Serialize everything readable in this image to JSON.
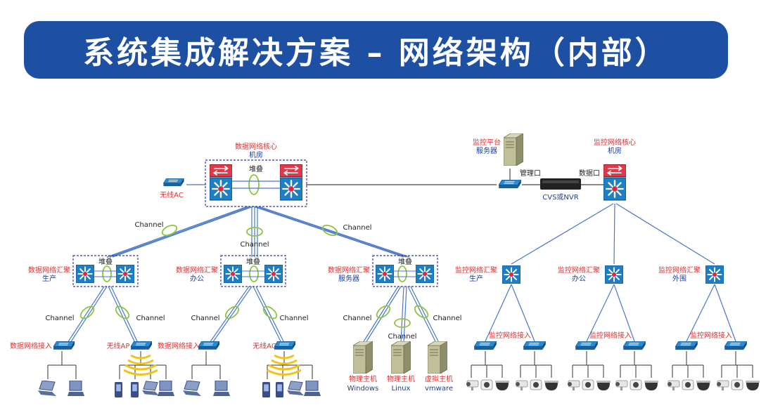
{
  "title": "系统集成解决方案 – 网络架构（内部）",
  "labels": {
    "core_title": "数据网络核心",
    "core_room": "机房",
    "stack": "堆叠",
    "wireless_ac": "无线AC",
    "monitor_platform": "监控平台",
    "server": "服务器",
    "mgmt_port": "管理口",
    "data_port": "数据口",
    "cvs_nvr": "CVS或NVR",
    "monitor_core": "监控网络核心",
    "channel": "Channel",
    "data_agg": "数据网络汇聚",
    "production": "生产",
    "office": "办公",
    "servers": "服务器",
    "monitor_agg": "监控网络汇聚",
    "perimeter": "外围",
    "data_access": "数据网络接入",
    "wireless_ap": "无线AP",
    "monitor_access": "监控网络接入",
    "physical_host": "物理主机",
    "virtual_host": "虚拟主机",
    "windows": "Windows",
    "linux": "Linux",
    "vmware": "vmware"
  },
  "colors": {
    "banner": "#1d4fa3",
    "label_red": "#e03030",
    "label_blue": "#1c3f9e",
    "switch_blue": "#1f7fc4",
    "link_blue": "#4a78c8",
    "channel_green": "#8cc63f",
    "stack_border": "#3a3aa0"
  },
  "icons": [
    "core-switch-icon",
    "agg-switch-icon",
    "access-switch-icon",
    "wireless-ac-icon",
    "wireless-ap-icon",
    "server-tower-icon",
    "nvr-icon",
    "laptop-icon",
    "desktop-icon",
    "phone-icon",
    "camera-icon",
    "dome-camera-icon"
  ]
}
